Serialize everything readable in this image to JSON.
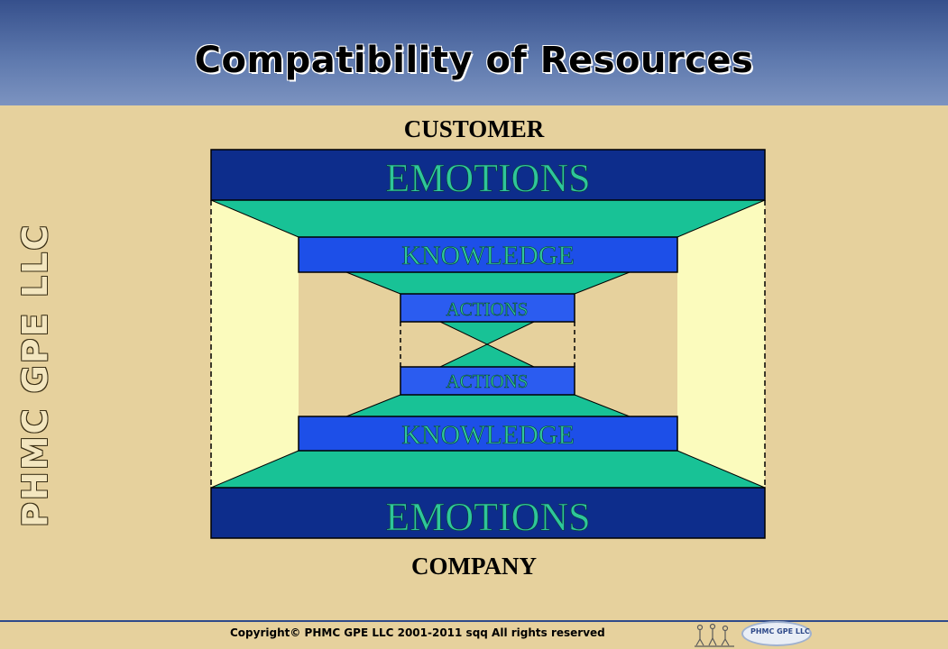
{
  "slide": {
    "title": "Compatibility of Resources",
    "side_logo": "PHMC GPE LLC",
    "copyright": "Copyright© PHMC GPE LLC 2001-2011 sqq  All rights reserved",
    "footer_logo_text": "PHMC GPE LLC"
  },
  "diagram": {
    "top_label": "CUSTOMER",
    "bottom_label": "COMPANY",
    "layers": {
      "outer_top": "EMOTIONS",
      "middle_top": "KNOWLEDGE",
      "inner_top": "ACTIONS",
      "inner_bottom": "ACTIONS",
      "middle_bottom": "KNOWLEDGE",
      "outer_bottom": "EMOTIONS"
    },
    "colors": {
      "outer_bar": "#0d2d8c",
      "middle_bar": "#1d4fe8",
      "inner_bar": "#2b5cf0",
      "funnel": "#18c296",
      "side_panel": "#fbfbbd",
      "bar_text": "#2ec69a"
    }
  }
}
